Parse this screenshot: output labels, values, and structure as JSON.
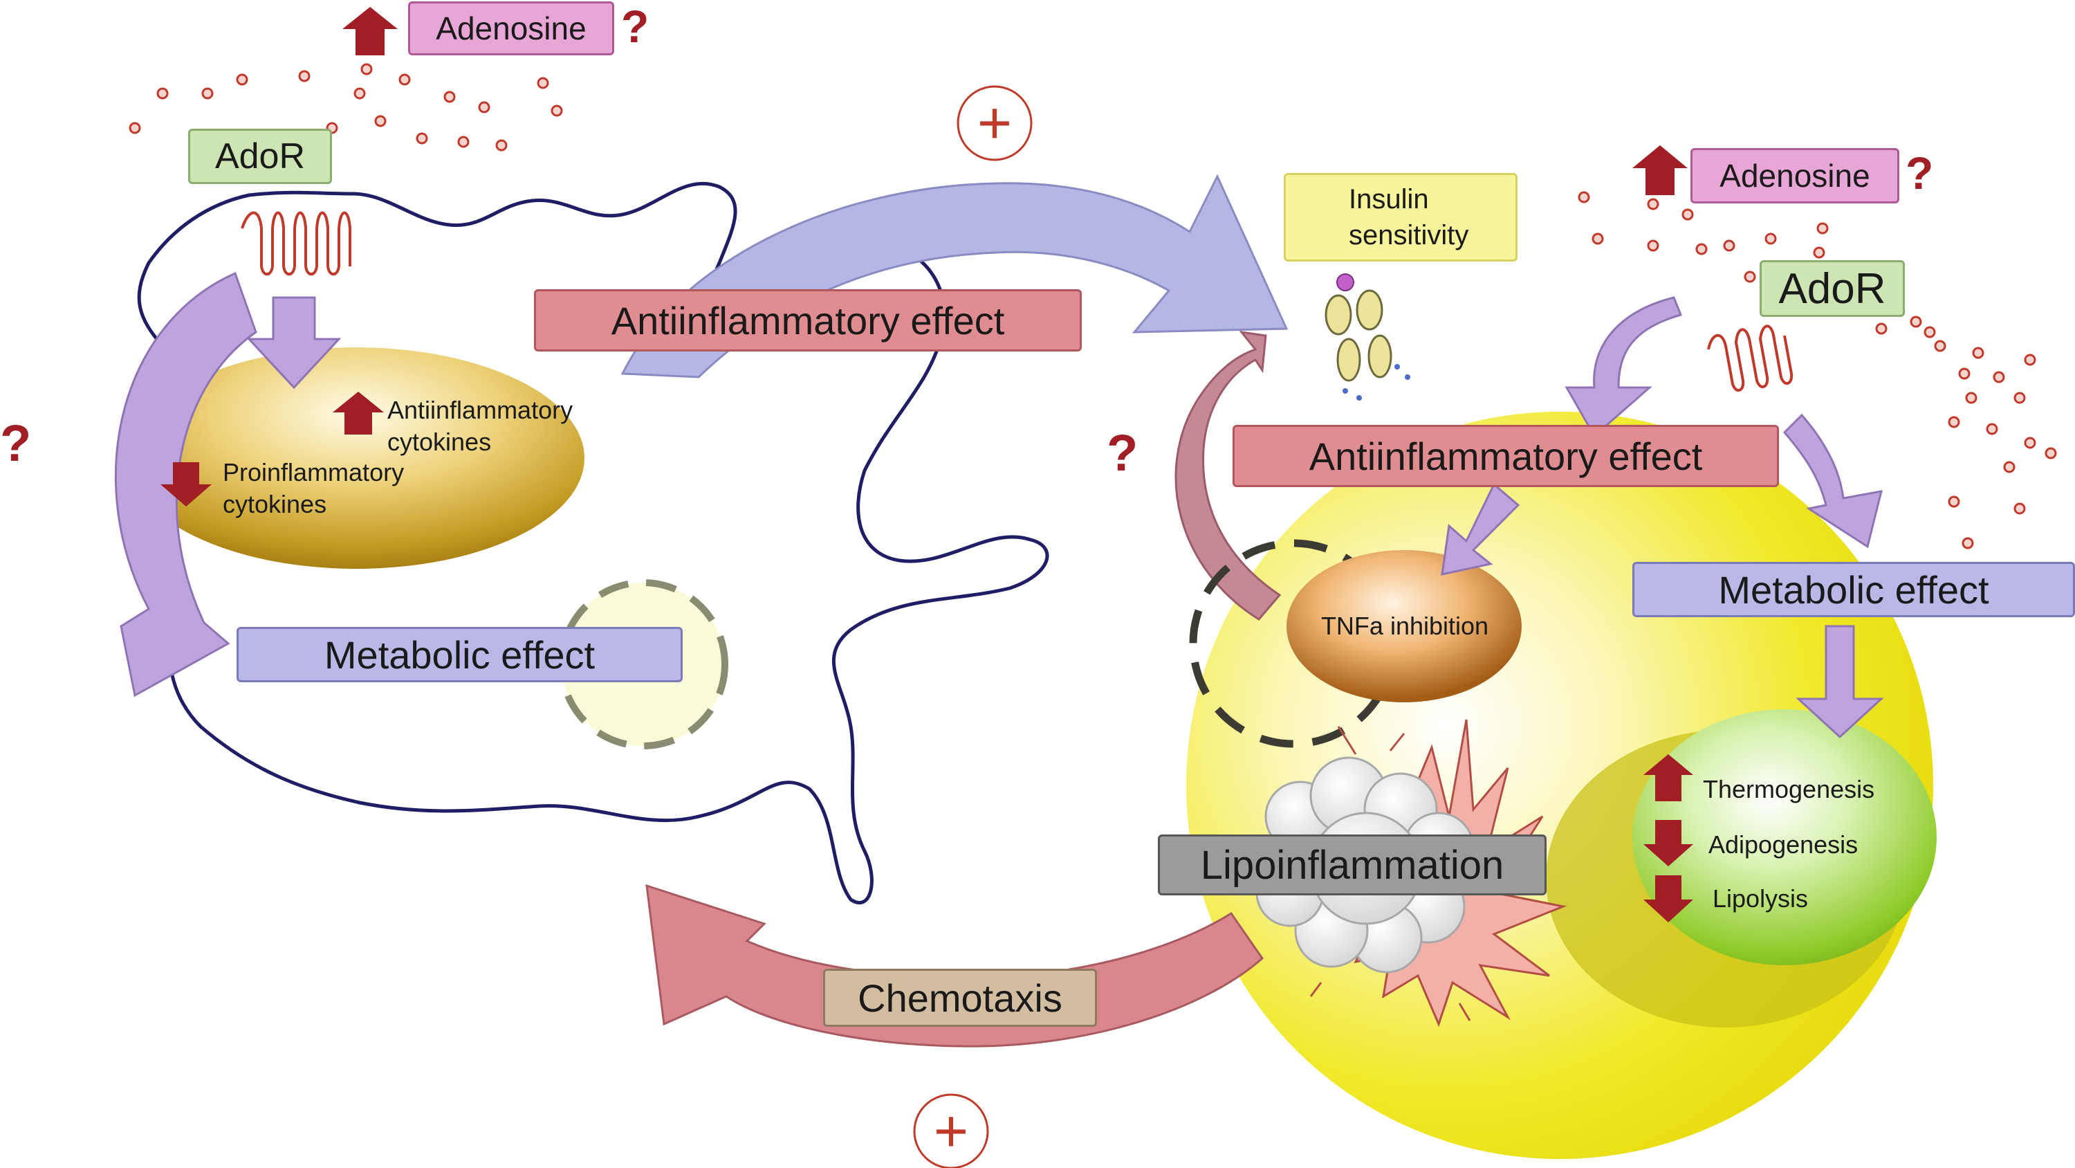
{
  "left_cell": {
    "adenosine": "Adenosine",
    "adenosine_question": "?",
    "receptor": "AdoR",
    "antiinflammatory_cytokines": "Antiinflammatory\ncytokines",
    "proinflammatory_cytokines": "Proinflammatory\ncytokines",
    "metabolic_effect": "Metabolic effect",
    "side_question": "?"
  },
  "center": {
    "top_plus": "+",
    "antiinflammatory_effect": "Antiinflammatory effect",
    "chemotaxis": "Chemotaxis",
    "bottom_plus": "+",
    "feedback_question": "?"
  },
  "adipocyte": {
    "insulin_sensitivity": "Insulin\nsensitivity",
    "adenosine": "Adenosine",
    "adenosine_question": "?",
    "receptor": "AdoR",
    "antiinflammatory_effect": "Antiinflammatory effect",
    "tnfa_inhibition": "TNFa inhibition",
    "metabolic_effect": "Metabolic effect",
    "thermogenesis": "Thermogenesis",
    "adipogenesis": "Adipogenesis",
    "lipolysis": "Lipolysis",
    "lipoinflammation": "Lipoinflammation"
  },
  "colors": {
    "cell_outline": "#1f1d66",
    "adipocyte_yellow": "#f4ec18",
    "arrow_purple": "#bda4dc",
    "arrow_blue": "#b4b7e4",
    "arrow_red": "#d9868c",
    "dark_red": "#a01e24",
    "dot_red": "#c0392b"
  }
}
